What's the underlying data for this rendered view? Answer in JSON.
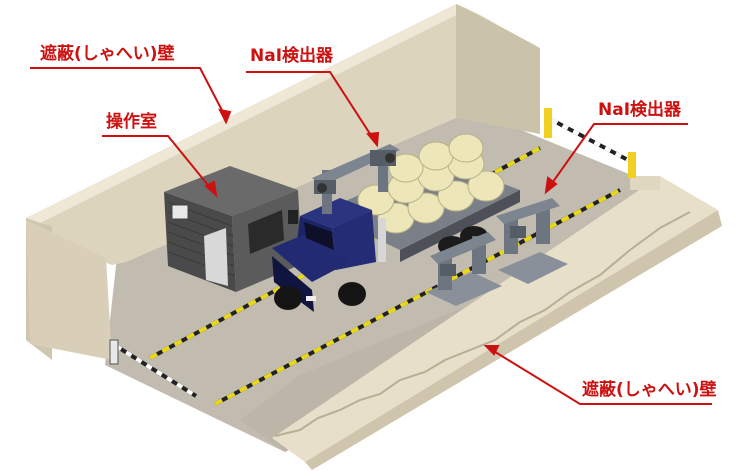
{
  "labels": {
    "shield_wall_top": "遮蔽(しゃへい)壁",
    "detector_top": "NaI検出器",
    "operation_room": "操作室",
    "detector_right": "NaI検出器",
    "shield_wall_bottom": "遮蔽(しゃへい)壁"
  },
  "colors": {
    "annotation": "#cc1111",
    "wall": "#dcd3bd",
    "floor": "#c2bcb0",
    "truck_cab": "#1c2468",
    "cargo": "#ece6b8",
    "lane_marking": "#e8d818",
    "barrier_post": "#f0d020",
    "control_room": "#4e4e4e",
    "detector_frame": "#6d7680"
  }
}
